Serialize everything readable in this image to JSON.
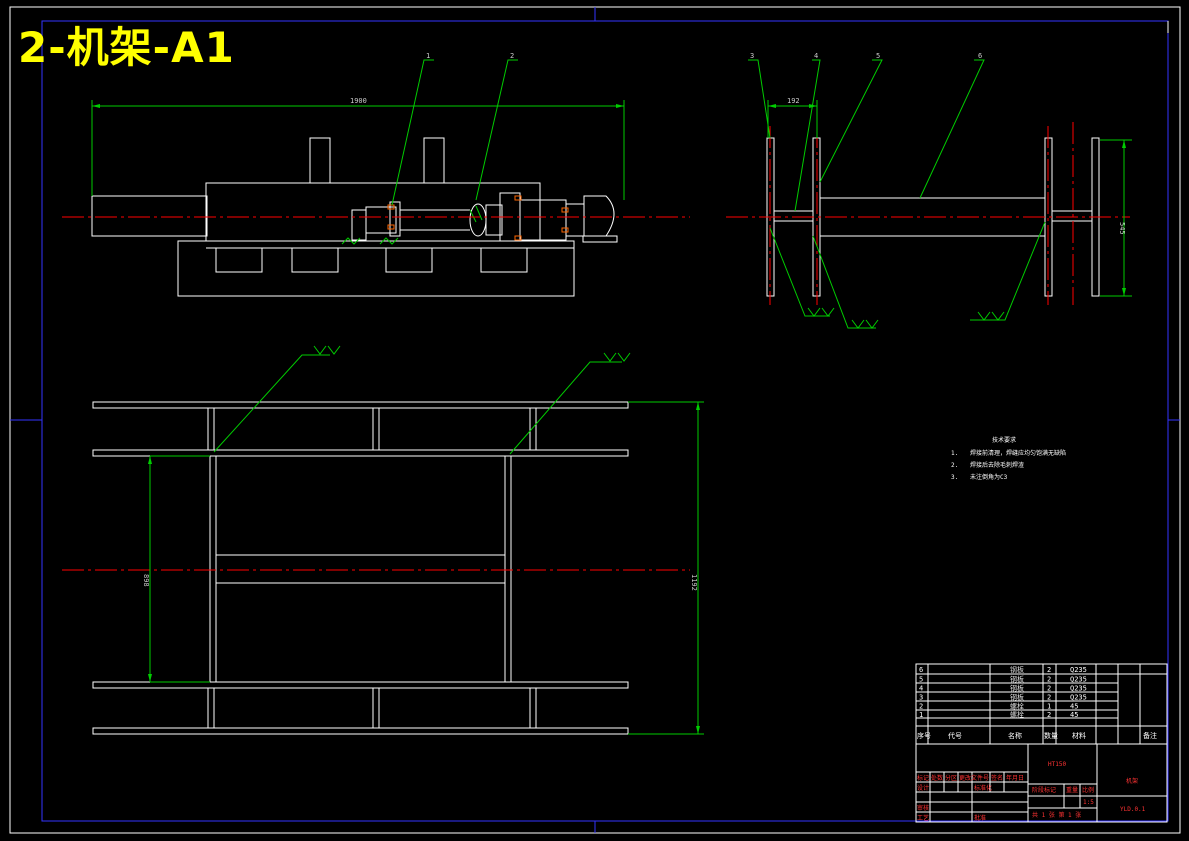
{
  "drawing": {
    "title": "2-机架-A1"
  },
  "balloons": [
    "1",
    "2",
    "3",
    "4",
    "5",
    "6"
  ],
  "dimensions": {
    "overall_length": "1900",
    "frame_gap": "192",
    "frame_height": "545",
    "plan_inner_width": "898",
    "plan_outer_width": "1192"
  },
  "notes": {
    "heading": "技术要求",
    "items": [
      {
        "num": "1.",
        "text": "焊接前清理，焊缝应均匀饱满无缺陷"
      },
      {
        "num": "2.",
        "text": "焊接后去除毛刺焊渣"
      },
      {
        "num": "3.",
        "text": "未注倒角为C3"
      }
    ]
  },
  "bom": {
    "rows": [
      {
        "no": "6",
        "name": "钢板",
        "qty": "2",
        "material": "Q235"
      },
      {
        "no": "5",
        "name": "钢板",
        "qty": "2",
        "material": "Q235"
      },
      {
        "no": "4",
        "name": "钢板",
        "qty": "2",
        "material": "Q235"
      },
      {
        "no": "3",
        "name": "钢板",
        "qty": "2",
        "material": "Q235"
      },
      {
        "no": "2",
        "name": "螺栓",
        "qty": "1",
        "material": "45"
      },
      {
        "no": "1",
        "name": "螺栓",
        "qty": "2",
        "material": "45"
      }
    ],
    "header": {
      "no": "序号",
      "code": "代号",
      "name": "名称",
      "qty": "数量",
      "material": "材料",
      "remark": "备注"
    }
  },
  "title_block": {
    "material": "HT150",
    "part_name": "机架",
    "drawing_no": "YLD.0.1",
    "scale": "1:5",
    "sheet": "共 1 张 第 1 张",
    "labels": {
      "mark": "标记",
      "count": "处数",
      "zone": "分区",
      "change_doc": "更改文件号",
      "signature": "签名",
      "date": "年月日",
      "design": "设计",
      "standard": "标准化",
      "stage": "阶段标记",
      "weight": "重量",
      "ratio": "比例",
      "review": "审核",
      "process": "工艺",
      "approve": "批准"
    }
  }
}
